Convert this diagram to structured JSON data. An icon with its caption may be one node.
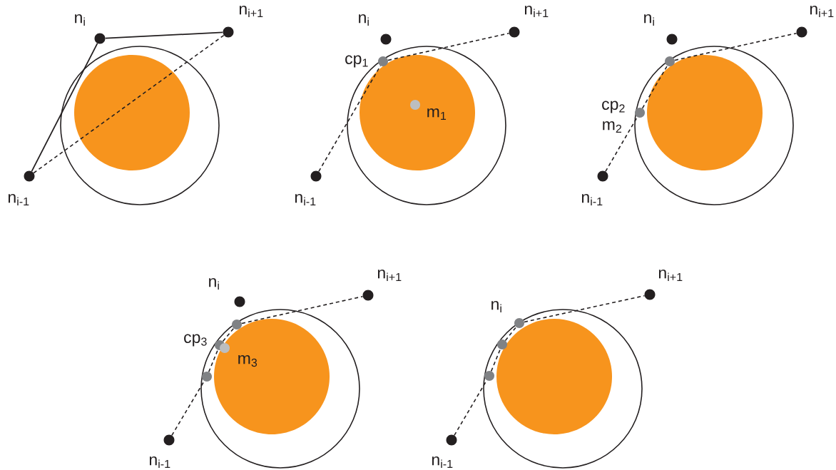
{
  "diagram": {
    "nodes": [
      {
        "text": [],
        "shape": "circle",
        "beside": [
          "n$_{i}$"
        ]
      },
      {
        "text": [],
        "shape": "circle",
        "beside": [
          "n$_{i+1}$"
        ]
      },
      {
        "text": [],
        "shape": "circle",
        "beside": [
          "n$_{i-1}$"
        ]
      },
      {
        "text": [],
        "shape": "circle",
        "beside": [
          "n$_{i}$"
        ]
      },
      {
        "text": [],
        "shape": "circle",
        "beside": [
          "n$_{i+1}$"
        ]
      },
      {
        "text": [],
        "shape": "circle",
        "beside": [
          "cp$_{1}$"
        ]
      },
      {
        "text": [],
        "shape": "circle",
        "beside": [
          "m$_{1}$"
        ]
      },
      {
        "text": [],
        "shape": "circle",
        "beside": [
          "n$_{i-1}$"
        ]
      },
      {
        "text": [],
        "shape": "circle",
        "beside": [
          "n$_{i}$"
        ]
      },
      {
        "text": [],
        "shape": "circle",
        "beside": [
          "n$_{i+1}$"
        ]
      },
      {
        "text": [],
        "shape": "circle"
      },
      {
        "text": [],
        "shape": "circle",
        "beside": [
          "cp$_{2}$",
          "m$_{2}$"
        ]
      },
      {
        "text": [],
        "shape": "circle",
        "beside": [
          "n$_{i-1}$"
        ]
      },
      {
        "text": [],
        "shape": "circle",
        "beside": [
          "n$_{i}$"
        ]
      },
      {
        "text": [],
        "shape": "circle",
        "beside": [
          "n$_{i+1}$"
        ]
      },
      {
        "text": [],
        "shape": "circle"
      },
      {
        "text": [],
        "shape": "circle",
        "beside": [
          "cp$_{3}$"
        ]
      },
      {
        "text": [],
        "shape": "circle",
        "beside": [
          "m$_{3}$"
        ]
      },
      {
        "text": [],
        "shape": "circle"
      },
      {
        "text": [],
        "shape": "circle",
        "beside": [
          "n$_{i-1}$"
        ]
      },
      {
        "text": [],
        "shape": "circle",
        "beside": [
          "n$_{i}$"
        ]
      },
      {
        "text": [],
        "shape": "circle",
        "beside": [
          "n$_{i+1}$"
        ]
      },
      {
        "text": [],
        "shape": "circle"
      },
      {
        "text": [],
        "shape": "circle"
      },
      {
        "text": [],
        "shape": "circle",
        "beside": [
          "n$_{i-1}$"
        ]
      }
    ],
    "edges": [
      {
        "from": 2,
        "to": 0,
        "arrow": "none"
      },
      {
        "from": 0,
        "to": 1,
        "arrow": "none"
      },
      {
        "from": 2,
        "to": 1,
        "arrow": "none",
        "style": "dashed"
      },
      {
        "from": 7,
        "to": 5,
        "arrow": "none",
        "style": "dashed"
      },
      {
        "from": 5,
        "to": 4,
        "arrow": "none",
        "style": "dashed"
      },
      {
        "from": 12,
        "to": 11,
        "arrow": "none",
        "style": "dashed"
      },
      {
        "from": 11,
        "to": 10,
        "arrow": "none",
        "style": "dashed"
      },
      {
        "from": 10,
        "to": 9,
        "arrow": "none",
        "style": "dashed"
      },
      {
        "from": 19,
        "to": 18,
        "arrow": "none",
        "style": "dashed"
      },
      {
        "from": 18,
        "to": 16,
        "arrow": "none",
        "style": "dashed"
      },
      {
        "from": 16,
        "to": 15,
        "arrow": "none",
        "style": "dashed"
      },
      {
        "from": 15,
        "to": 14,
        "arrow": "none",
        "style": "dashed"
      },
      {
        "from": 24,
        "to": 23,
        "arrow": "none",
        "style": "dashed"
      },
      {
        "from": 23,
        "to": 22,
        "arrow": "none",
        "style": "dashed"
      },
      {
        "from": 22,
        "to": 20,
        "arrow": "none",
        "style": "dashed"
      },
      {
        "from": 20,
        "to": 21,
        "arrow": "none",
        "style": "dashed"
      }
    ]
  }
}
